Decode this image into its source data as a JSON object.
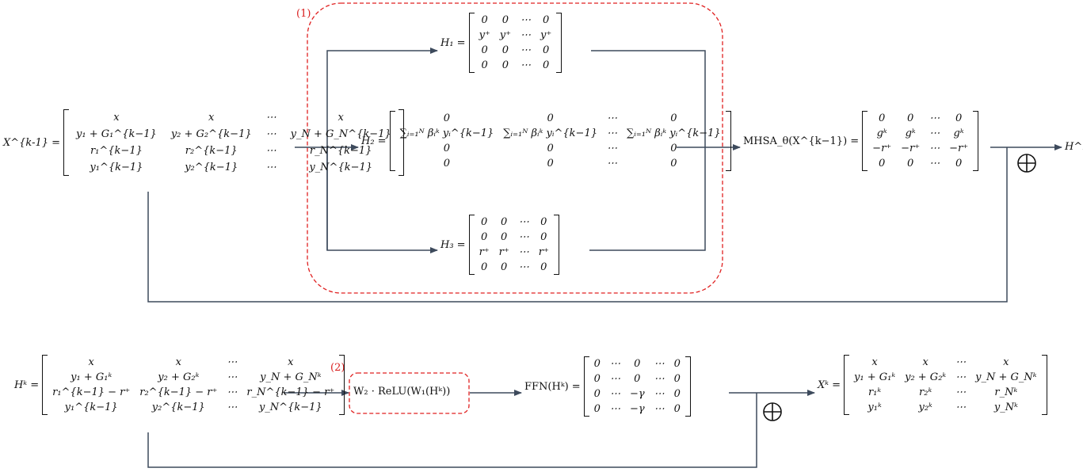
{
  "labels": {
    "block1": "(1)",
    "block2": "(2)",
    "hk_out": "H^k"
  },
  "xkm1": {
    "lhs": "X^{k-1} =",
    "rows": [
      [
        "x",
        "x",
        "⋯",
        "x"
      ],
      [
        "y₁ + G₁^{k−1}",
        "y₂ + G₂^{k−1}",
        "⋯",
        "y_N + G_N^{k−1}"
      ],
      [
        "r₁^{k−1}",
        "r₂^{k−1}",
        "⋯",
        "r_N^{k−1}"
      ],
      [
        "y₁^{k−1}",
        "y₂^{k−1}",
        "⋯",
        "y_N^{k−1}"
      ]
    ]
  },
  "h1": {
    "lhs": "H₁ =",
    "rows": [
      [
        "0",
        "0",
        "⋯",
        "0"
      ],
      [
        "y⁺",
        "y⁺",
        "⋯",
        "y⁺"
      ],
      [
        "0",
        "0",
        "⋯",
        "0"
      ],
      [
        "0",
        "0",
        "⋯",
        "0"
      ]
    ]
  },
  "h2": {
    "lhs": "H₂ =",
    "rows": [
      [
        "0",
        "0",
        "⋯",
        "0"
      ],
      [
        "∑ᵢ₌₁ᴺ βᵢᵏ yᵢ^{k−1}",
        "∑ᵢ₌₁ᴺ βᵢᵏ yᵢ^{k−1}",
        "⋯",
        "∑ᵢ₌₁ᴺ βᵢᵏ yᵢ^{k−1}"
      ],
      [
        "0",
        "0",
        "⋯",
        "0"
      ],
      [
        "0",
        "0",
        "⋯",
        "0"
      ]
    ]
  },
  "h3": {
    "lhs": "H₃ =",
    "rows": [
      [
        "0",
        "0",
        "⋯",
        "0"
      ],
      [
        "0",
        "0",
        "⋯",
        "0"
      ],
      [
        "r⁺",
        "r⁺",
        "⋯",
        "r⁺"
      ],
      [
        "0",
        "0",
        "⋯",
        "0"
      ]
    ]
  },
  "mhsa": {
    "lhs": "MHSA_θ(X^{k−1}) =",
    "rows": [
      [
        "0",
        "0",
        "⋯",
        "0"
      ],
      [
        "gᵏ",
        "gᵏ",
        "⋯",
        "gᵏ"
      ],
      [
        "−r⁺",
        "−r⁺",
        "⋯",
        "−r⁺"
      ],
      [
        "0",
        "0",
        "⋯",
        "0"
      ]
    ]
  },
  "hk": {
    "lhs": "Hᵏ =",
    "rows": [
      [
        "x",
        "x",
        "⋯",
        "x"
      ],
      [
        "y₁ + G₁ᵏ",
        "y₂ + G₂ᵏ",
        "⋯",
        "y_N + G_Nᵏ"
      ],
      [
        "r₁^{k−1} − r⁺",
        "r₂^{k−1} − r⁺",
        "⋯",
        "r_N^{k−1} − r⁺"
      ],
      [
        "y₁^{k−1}",
        "y₂^{k−1}",
        "⋯",
        "y_N^{k−1}"
      ]
    ]
  },
  "relu": {
    "text": "W₂ · ReLU(W₁(Hᵏ))"
  },
  "ffn": {
    "lhs": "FFN(Hᵏ) =",
    "rows": [
      [
        "0",
        "⋯",
        "0",
        "⋯",
        "0"
      ],
      [
        "0",
        "⋯",
        "0",
        "⋯",
        "0"
      ],
      [
        "0",
        "⋯",
        "−γ",
        "⋯",
        "0"
      ],
      [
        "0",
        "⋯",
        "−γ",
        "⋯",
        "0"
      ]
    ]
  },
  "xk": {
    "lhs": "Xᵏ =",
    "rows": [
      [
        "x",
        "x",
        "⋯",
        "x"
      ],
      [
        "y₁ + G₁ᵏ",
        "y₂ + G₂ᵏ",
        "⋯",
        "y_N + G_Nᵏ"
      ],
      [
        "r₁ᵏ",
        "r₂ᵏ",
        "⋯",
        "r_Nᵏ"
      ],
      [
        "y₁ᵏ",
        "y₂ᵏ",
        "⋯",
        "y_Nᵏ"
      ]
    ]
  },
  "colors": {
    "wire": "#3d4a5c",
    "dash": "#e02020",
    "text": "#111111"
  }
}
